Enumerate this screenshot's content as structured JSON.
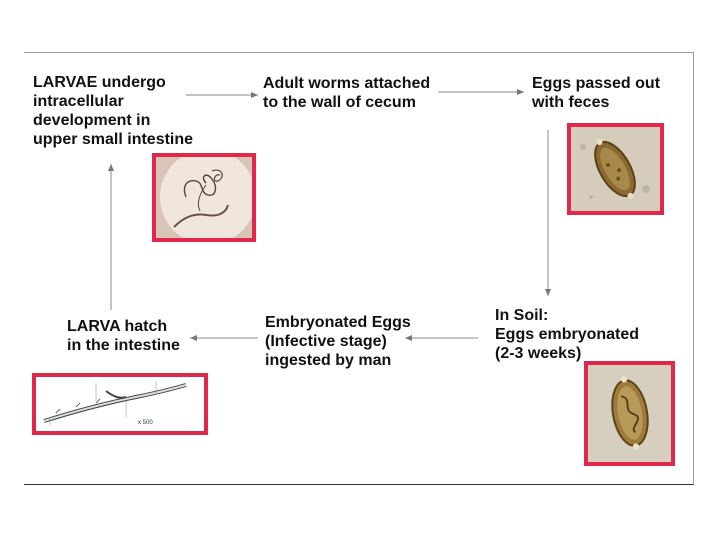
{
  "steps": {
    "larvae_development": "LARVAE undergo\nintracellular\ndevelopment in\nupper small intestine",
    "adult_worms": "Adult worms attached\nto the wall of cecum",
    "eggs_passed": "Eggs passed out\nwith feces",
    "in_soil": "In Soil:\nEggs embryonated\n(2-3 weeks)",
    "embryonated_eggs": "Embryonated Eggs\n(Infective stage)\ningested by man",
    "larva_hatch": "LARVA hatch\nin the intestine"
  },
  "images": {
    "drawing_scale": "x 500"
  },
  "colors": {
    "photo_border": "#e0284a",
    "arrow": "#888888",
    "text": "#111111"
  }
}
